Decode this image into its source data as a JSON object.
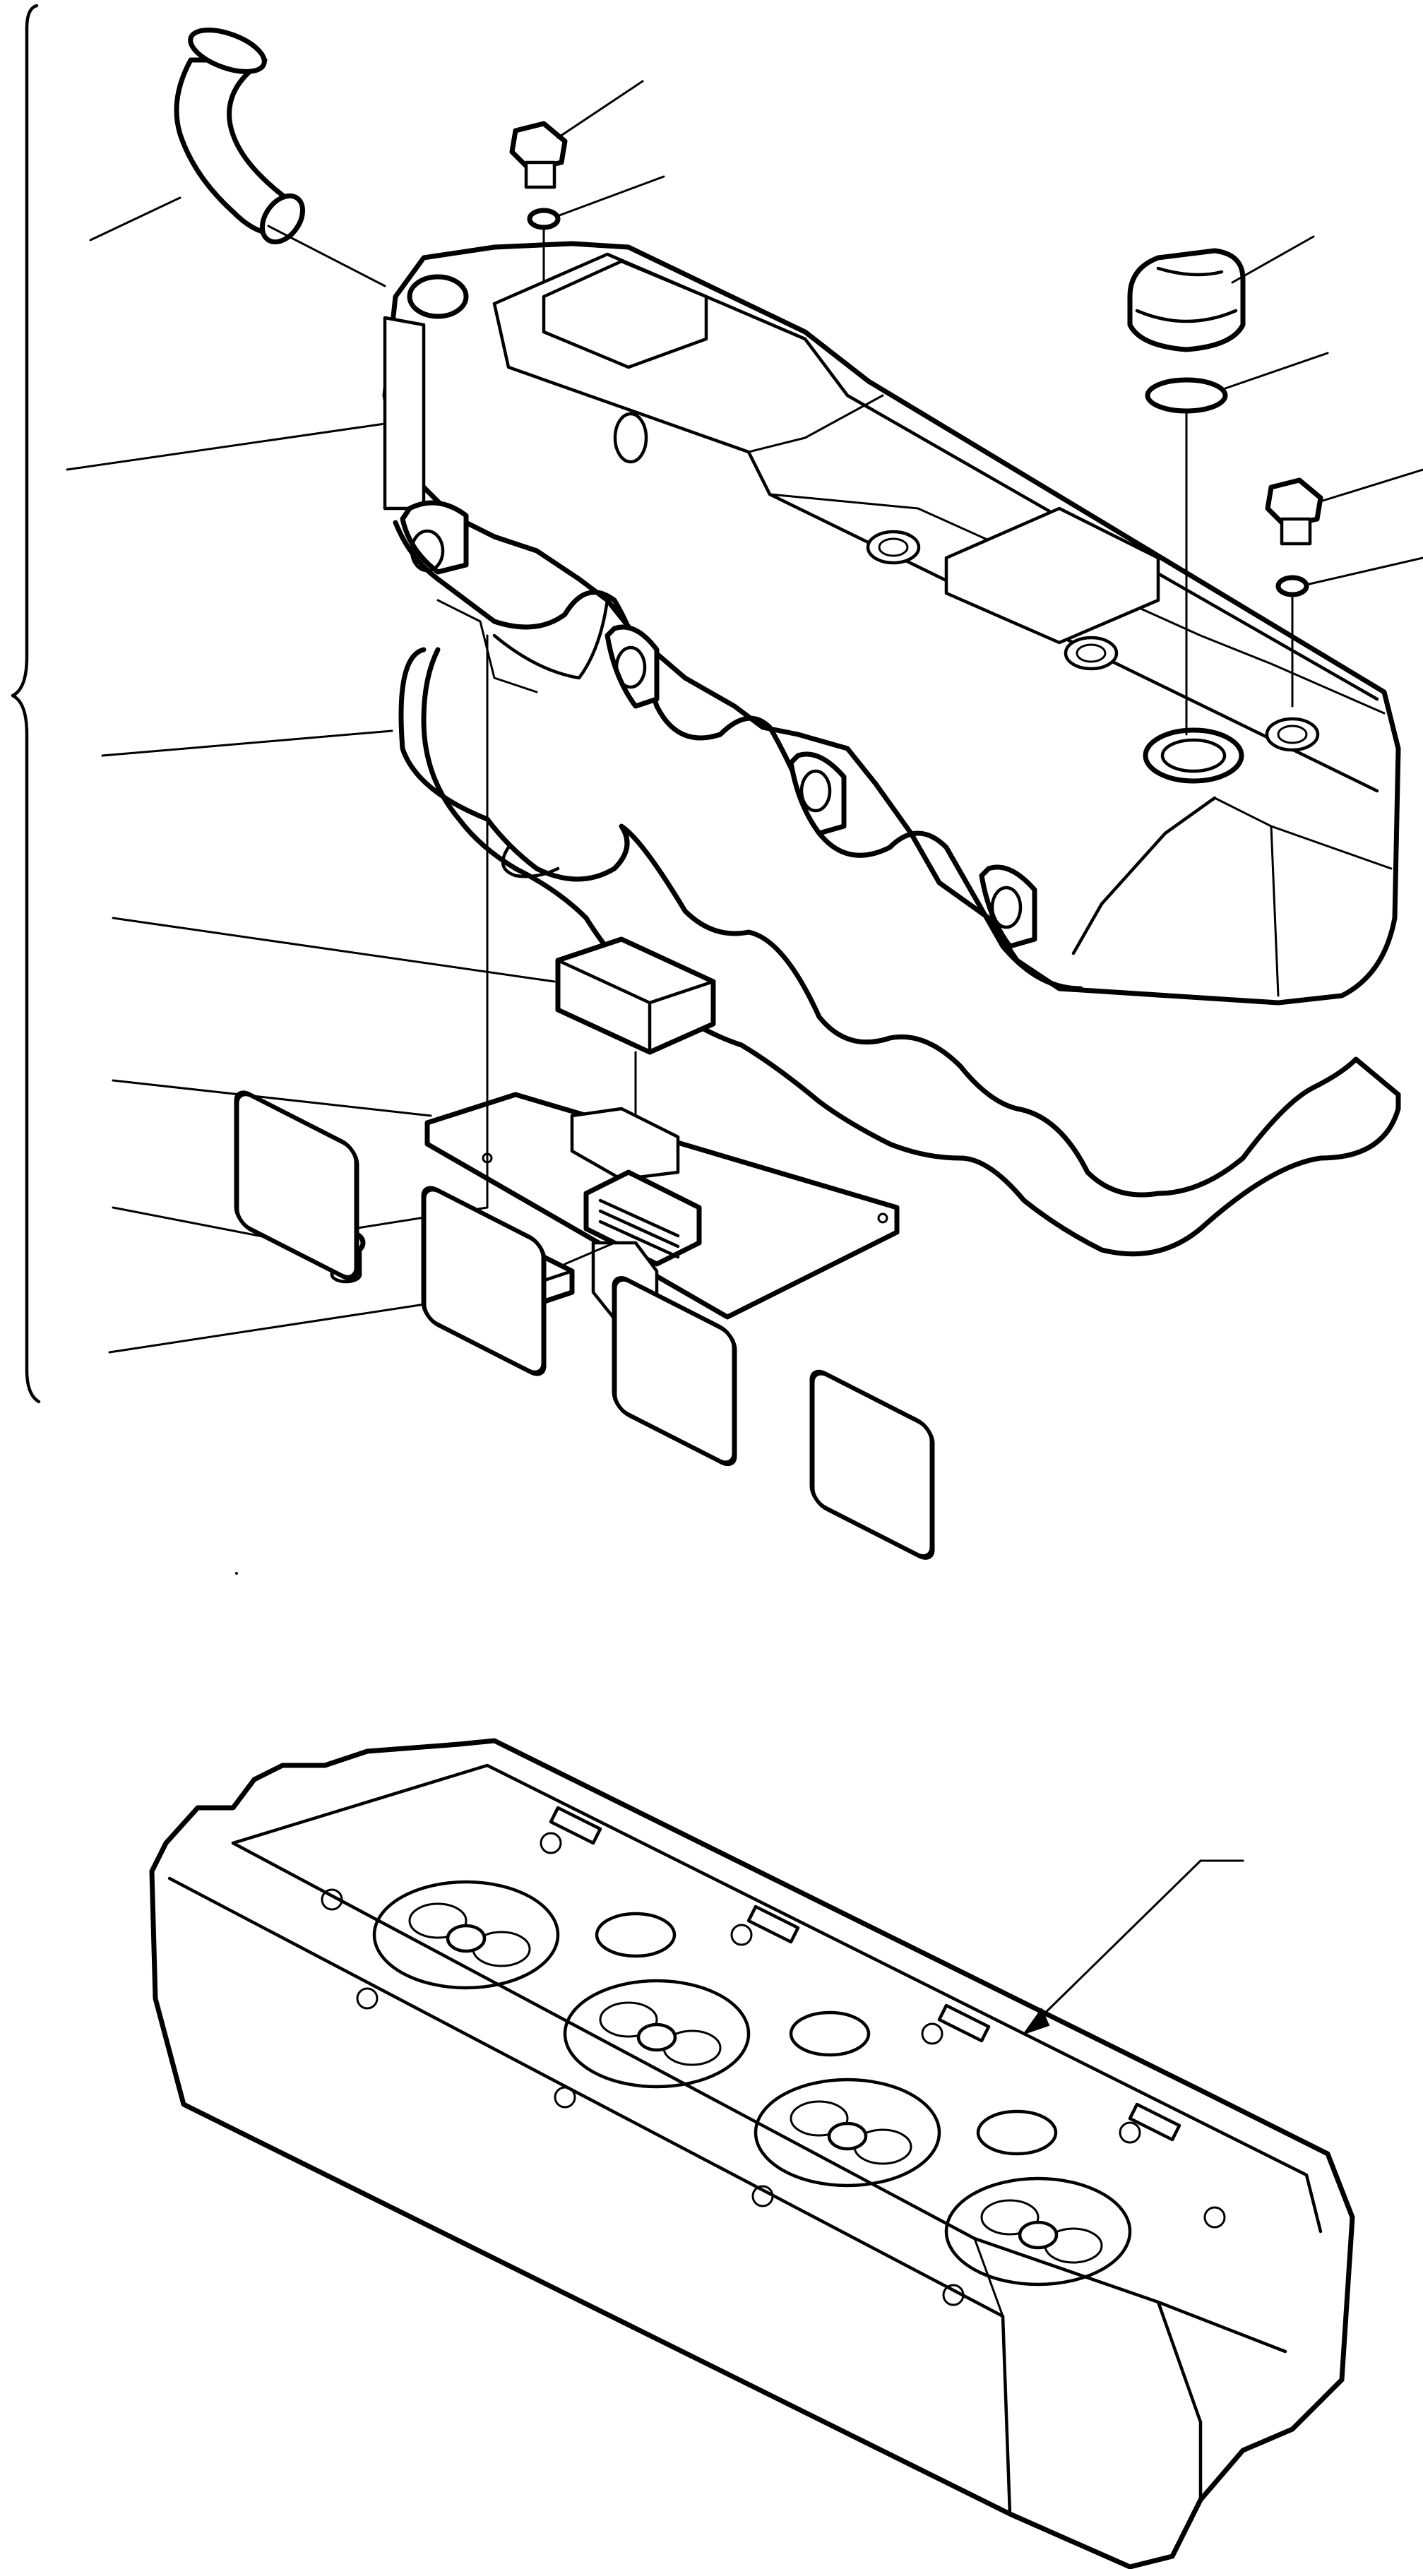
{
  "figure": {
    "groups": [
      {
        "name": "valve-cover-assembly",
        "bracketed": true
      },
      {
        "name": "cylinder-head",
        "bracketed": false
      }
    ],
    "callout_count": 13,
    "colors": {
      "ink": "#000000",
      "paper": "#ffffff"
    }
  }
}
